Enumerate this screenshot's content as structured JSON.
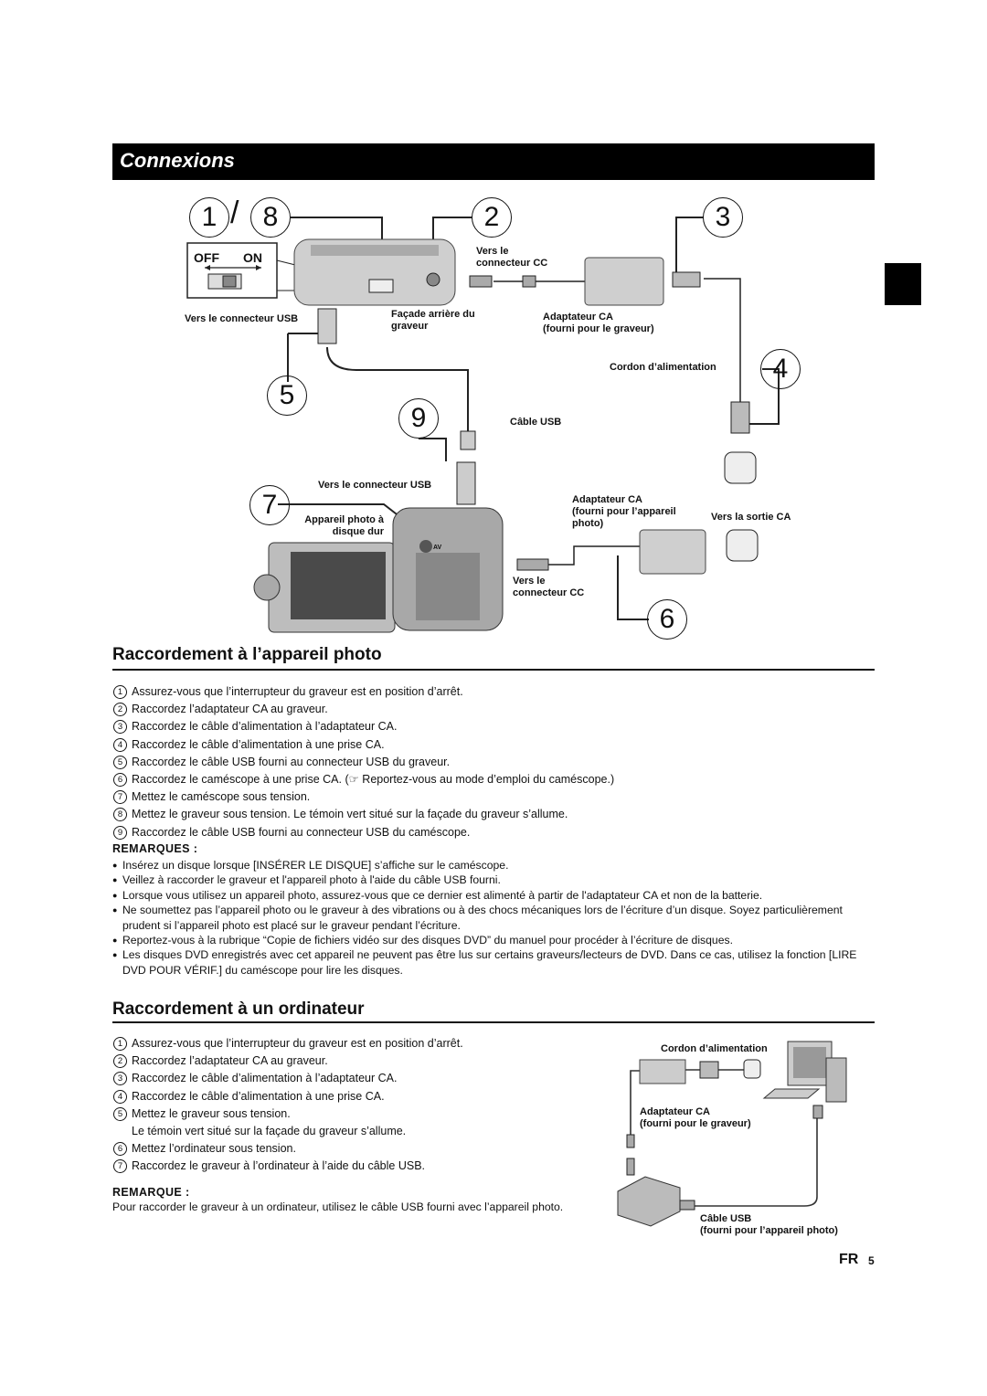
{
  "header": {
    "title": "Connexions"
  },
  "diagram1": {
    "step_numbers": [
      "1",
      "8",
      "2",
      "3",
      "4",
      "5",
      "9",
      "7",
      "6"
    ],
    "switch": {
      "off": "OFF",
      "on": "ON"
    },
    "labels": {
      "usb_connector_top": "Vers le connecteur USB",
      "rear_panel_1": "Façade arrière du",
      "rear_panel_2": "graveur",
      "dc_top_1": "Vers le",
      "dc_top_2": "connecteur CC",
      "ac_adapter_1": "Adaptateur CA",
      "ac_adapter_2": "(fourni pour le graveur)",
      "power_cord": "Cordon d’alimentation",
      "usb_cable": "Câble USB",
      "usb_connector_mid": "Vers le connecteur USB",
      "camera_1": "Appareil photo à",
      "camera_2": "disque dur",
      "cam_adapter_1": "Adaptateur CA",
      "cam_adapter_2": "(fourni pour l’appareil",
      "cam_adapter_3": "photo)",
      "ac_outlet": "Vers la sortie CA",
      "dc_bottom_1": "Vers le",
      "dc_bottom_2": "connecteur CC",
      "av_mark": "AV"
    }
  },
  "section1": {
    "title": "Raccordement à l’appareil photo",
    "steps": [
      {
        "n": "1",
        "text": "Assurez-vous que l’interrupteur du graveur est en position d’arrêt."
      },
      {
        "n": "2",
        "text": "Raccordez l’adaptateur CA au graveur."
      },
      {
        "n": "3",
        "text": "Raccordez le câble d’alimentation à l’adaptateur CA."
      },
      {
        "n": "4",
        "text": "Raccordez le câble d’alimentation à une prise CA."
      },
      {
        "n": "5",
        "text": "Raccordez le câble USB fourni au connecteur USB du graveur."
      },
      {
        "n": "6",
        "text": "Raccordez le caméscope à une prise CA. (☞ Reportez-vous au mode d’emploi du caméscope.)"
      },
      {
        "n": "7",
        "text": "Mettez le caméscope sous tension."
      },
      {
        "n": "8",
        "text": "Mettez le graveur sous tension. Le témoin vert situé sur la façade du graveur s’allume."
      },
      {
        "n": "9",
        "text": "Raccordez le câble USB fourni au connecteur USB du caméscope."
      }
    ],
    "remarks_title": "REMARQUES :",
    "remarks": [
      "Insérez un disque lorsque [INSÉRER LE DISQUE] s’affiche sur le caméscope.",
      "Veillez à raccorder le graveur et l'appareil photo à l'aide du câble USB fourni.",
      "Lorsque vous utilisez un appareil photo, assurez-vous que ce dernier est alimenté à partir de l'adaptateur CA et non de la batterie.",
      "Ne soumettez pas l’appareil photo ou le graveur à des vibrations ou à des chocs mécaniques lors de l’écriture d’un disque. Soyez particulièrement prudent si l’appareil photo est placé sur le graveur pendant l’écriture.",
      "Reportez-vous à la rubrique “Copie de fichiers vidéo sur des disques DVD” du manuel pour procéder à l’écriture de disques.",
      "Les disques DVD enregistrés avec cet appareil ne peuvent pas être lus sur certains graveurs/lecteurs de DVD. Dans ce cas, utilisez la fonction [LIRE DVD POUR VÉRIF.] du caméscope pour lire les disques."
    ]
  },
  "section2": {
    "title": "Raccordement à un ordinateur",
    "steps": [
      {
        "n": "1",
        "text": "Assurez-vous que l’interrupteur du graveur est en position d’arrêt."
      },
      {
        "n": "2",
        "text": "Raccordez l’adaptateur CA au graveur."
      },
      {
        "n": "3",
        "text": "Raccordez le câble d’alimentation à l’adaptateur CA."
      },
      {
        "n": "4",
        "text": "Raccordez le câble d’alimentation à une prise CA."
      },
      {
        "n": "5",
        "text": "Mettez le graveur sous tension.",
        "sub": "Le témoin vert  situé sur la façade du graveur s’allume."
      },
      {
        "n": "6",
        "text": "Mettez l’ordinateur sous tension."
      },
      {
        "n": "7",
        "text": "Raccordez le graveur à l’ordinateur à l’aide du câble USB."
      }
    ],
    "remark_title": "REMARQUE :",
    "remark_text": "Pour raccorder le graveur à un ordinateur, utilisez le câble USB fourni avec l’appareil photo.",
    "diagram_labels": {
      "power_cord": "Cordon d’alimentation",
      "ac_adapter_1": "Adaptateur CA",
      "ac_adapter_2": "(fourni pour le graveur)",
      "usb_cable_1": "Câble USB",
      "usb_cable_2": "(fourni pour l’appareil photo)"
    }
  },
  "footer": {
    "lang": "FR",
    "page": "5"
  }
}
